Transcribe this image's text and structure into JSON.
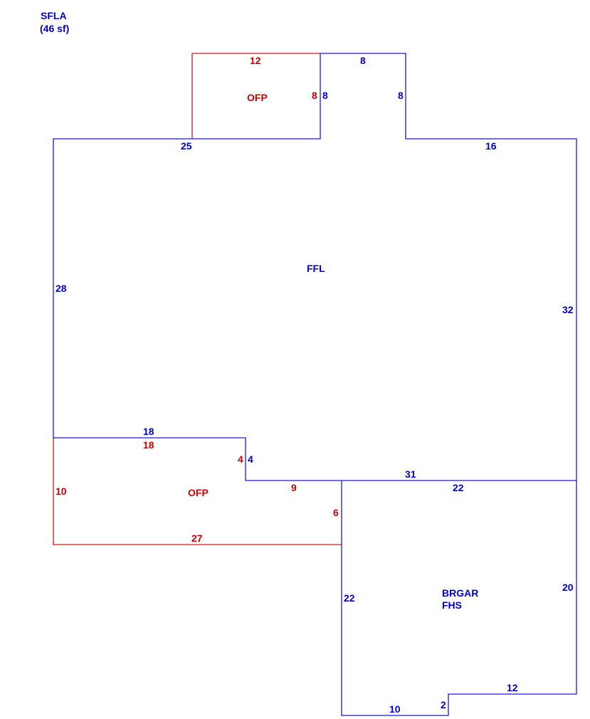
{
  "header": {
    "title": "SFLA",
    "area": "(46 sf)"
  },
  "colors": {
    "living": "#0000cc",
    "porch": "#cc0000"
  },
  "areas": {
    "ofp_top": "OFP",
    "ffl": "FFL",
    "ofp_bottom": "OFP",
    "brgar": "BRGAR",
    "fhs": "FHS"
  },
  "dims": {
    "ofp_top_top": "12",
    "ofp_top_right": "8",
    "bump_right_left": "8",
    "bump_top": "8",
    "bump_right_right": "8",
    "ffl_top_left": "25",
    "ffl_top_right": "16",
    "ffl_left": "28",
    "ffl_right": "32",
    "ffl_bottom_left_blue": "18",
    "ofp_bot_top": "18",
    "ofp_bot_step_red": "4",
    "ffl_step_blue": "4",
    "ffl_bottom_right": "31",
    "ofp_bot_left": "10",
    "ofp_bot_step_bottom": "9",
    "ofp_bot_right": "6",
    "ofp_bot_bottom": "27",
    "gar_top": "22",
    "gar_left": "22",
    "gar_right": "20",
    "gar_bottom_right": "12",
    "gar_notch": "2",
    "gar_bottom_left": "10"
  }
}
